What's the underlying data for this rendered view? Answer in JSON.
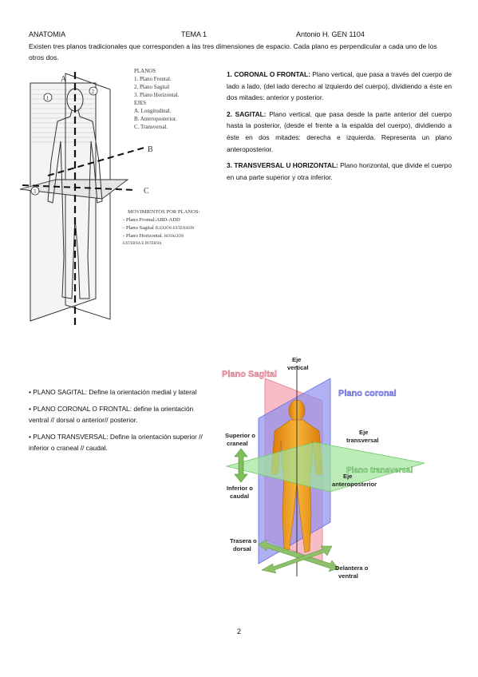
{
  "header": {
    "subject": "ANATOMIA",
    "topic": "TEMA 1",
    "author": "Antonio H. GEN 1104"
  },
  "intro": "Existen tres planos tradicionales que corresponden a las tres dimensiones de espacio. Cada plano es perpendicular a cada uno de los otros dos.",
  "definitions": [
    {
      "term": "1. CORONAL O FRONTAL:",
      "text": " Plano vertical, que pasa a través del cuerpo de lado a lado, (del lado derecho al izquierdo del cuerpo), dividiendo a éste en dos mitades: anterior y posterior."
    },
    {
      "term": "2. SAGITAL:",
      "text": " Plano vertical, que pasa desde la parte anterior del cuerpo hasta la posterior, (desde el frente a la espalda del cuerpo), dividiendo a éste en dos mitades: derecha e izquierda. Representa un plano anteroposterior."
    },
    {
      "term": "3. TRANSVERSAL U HORIZONTAL:",
      "text": " Plano horizontal, que divide el cuerpo en una parte superior y otra inferior."
    }
  ],
  "figure1": {
    "legend_title": "PLANOS",
    "planes": [
      "1. Plano Frontal.",
      "2. Plano Sagital",
      "3. Plano Horizontal."
    ],
    "axes_title": "EJES",
    "axes": [
      "A. Longitudinal.",
      "B. Anteroposterior.",
      "C. Transversal."
    ],
    "letters": {
      "a": "A",
      "b": "B",
      "c": "C"
    },
    "markers": {
      "m1": "1",
      "m2": "2",
      "m3": "3"
    },
    "movements_title": "MOVIMIENTOS POR PLANOS:",
    "movements": [
      {
        "main": "- Plano Frontal:ABD-ADD",
        "small": ""
      },
      {
        "main": "- Plano Sagital ",
        "small": "FLEXIÓN-EXTENSIÓN"
      },
      {
        "main": "- Plano Horizontal. ",
        "small": "ROTACIÓN"
      }
    ],
    "movements_tail": "EXTERNA E INTERNA"
  },
  "bullets": [
    "• PLANO SAGITAL: Define la orientación medial y lateral",
    "• PLANO CORONAL O FRONTAL: define la orientación ventral // dorsal o anterior// posterior.",
    "• PLANO TRANSVERSAL: Define la orientación superior // inferior o craneal // caudal."
  ],
  "figure2": {
    "plano_sagital": "Plano Sagital",
    "plano_coronal": "Plano coronal",
    "plano_transversal": "Plano transversal",
    "eje_vertical": [
      "Eje",
      "vertical"
    ],
    "eje_transversal": [
      "Eje",
      "transversal"
    ],
    "eje_anteroposterior": [
      "Eje",
      "anteroposterior"
    ],
    "superior": [
      "Superior o",
      "craneal"
    ],
    "inferior": [
      "Inferior o",
      "caudal"
    ],
    "trasera": [
      "Trasera o",
      "dorsal"
    ],
    "delantera": [
      "Delantera o",
      "ventral"
    ],
    "colors": {
      "sagital": "#f4a6b4",
      "coronal": "#8f8ff0",
      "transversal": "#9fe59a",
      "body": "#f2a21b"
    }
  },
  "page_number": "2"
}
